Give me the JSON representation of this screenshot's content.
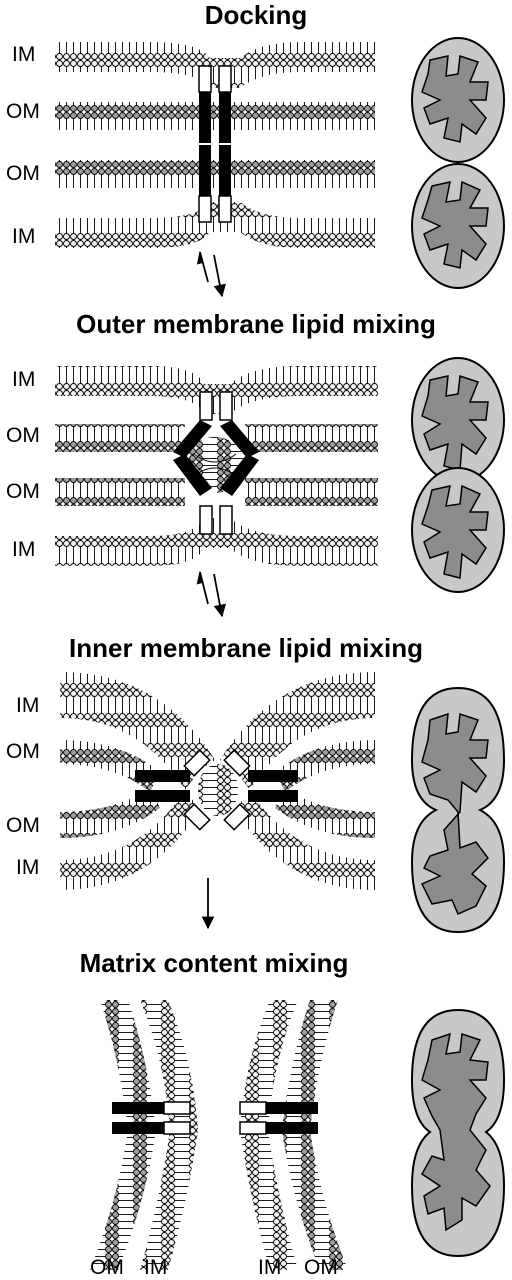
{
  "stages": [
    {
      "title": "Docking",
      "labels": [
        "IM",
        "OM",
        "OM",
        "IM"
      ],
      "arrow": "reversible"
    },
    {
      "title": "Outer membrane lipid mixing",
      "labels": [
        "IM",
        "OM",
        "OM",
        "IM"
      ],
      "arrow": "reversible"
    },
    {
      "title": "Inner membrane lipid mixing",
      "labels": [
        "IM",
        "OM",
        "OM",
        "IM"
      ],
      "arrow": "forward"
    },
    {
      "title": "Matrix content mixing",
      "labels": [
        "OM",
        "IM",
        "IM",
        "OM"
      ]
    }
  ],
  "colors": {
    "outer_membrane_head": "#a0a0a0",
    "inner_membrane_head": "#f0f0f0",
    "mitochondrion_outer": "#c8c8c8",
    "mitochondrion_matrix": "#8c8c8c",
    "fusion_protein": "#000000",
    "ink": "#000000"
  }
}
